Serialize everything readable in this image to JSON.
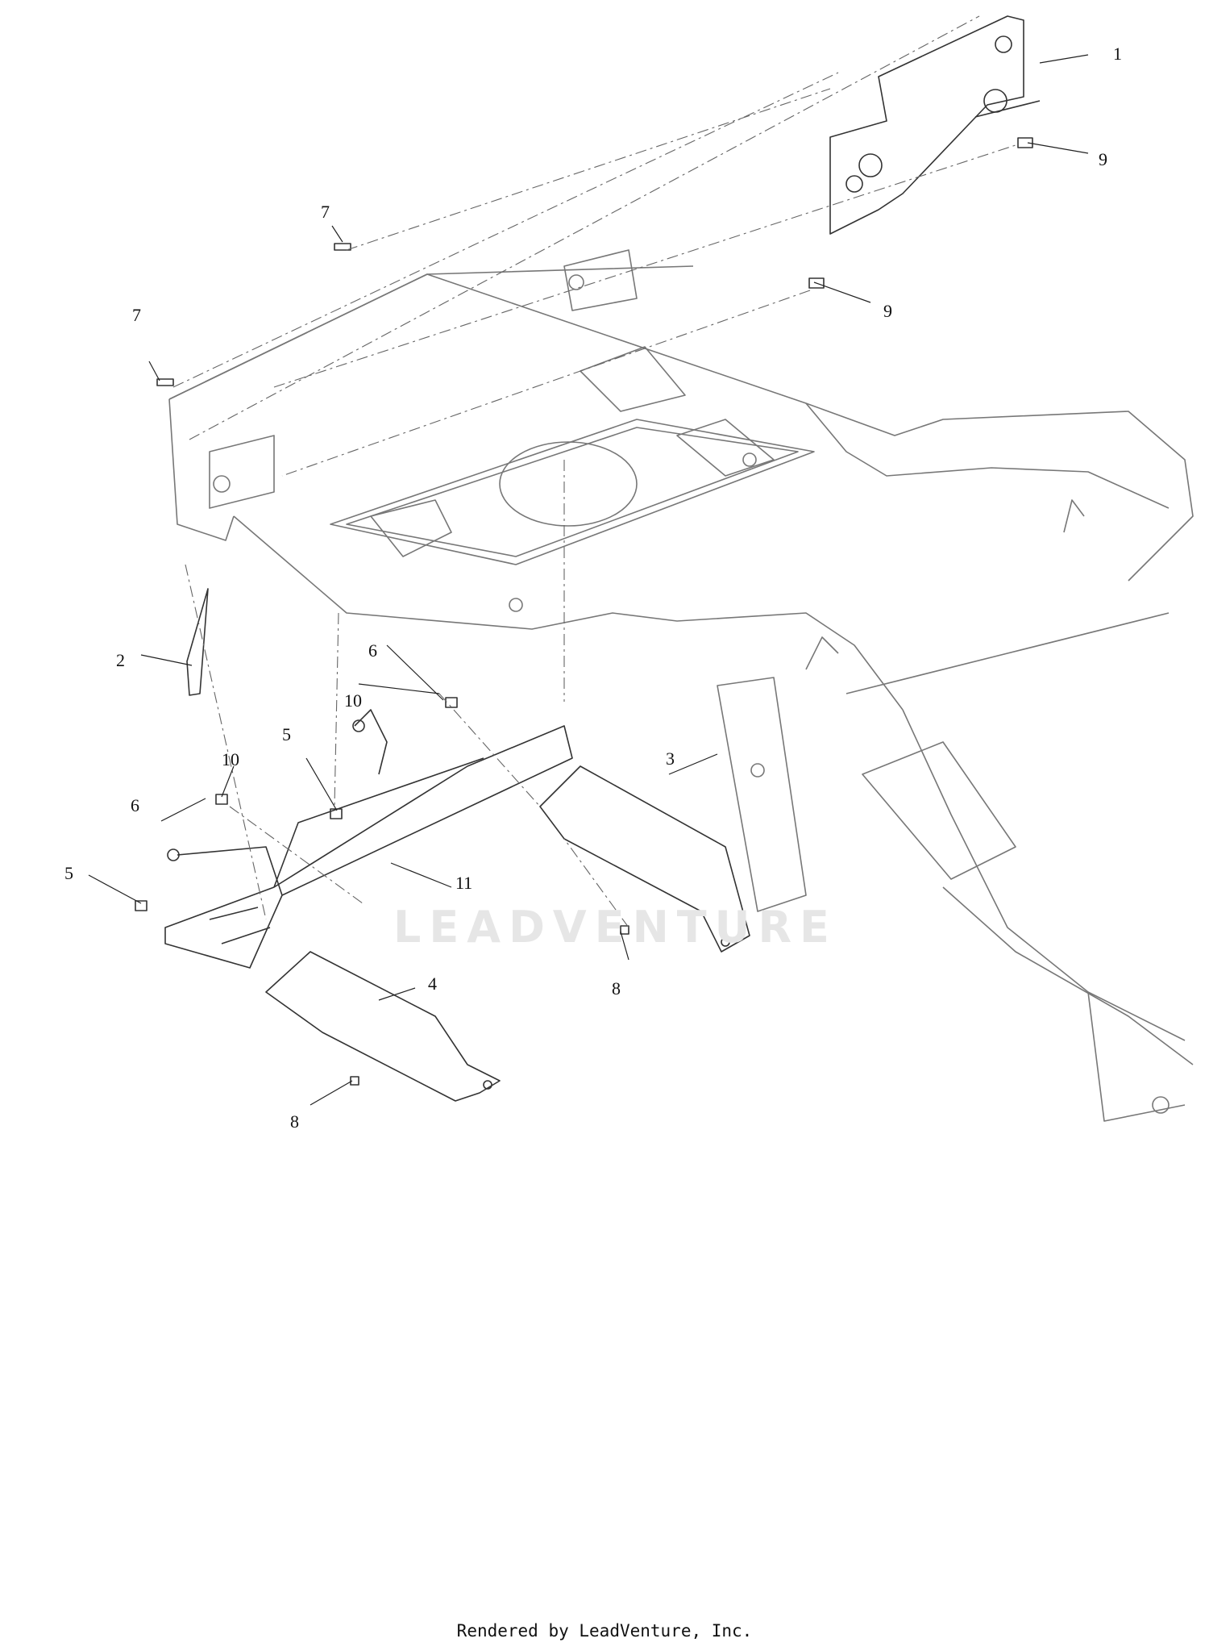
{
  "diagram": {
    "callouts": [
      {
        "id": "c1",
        "text": "1"
      },
      {
        "id": "c2",
        "text": "2"
      },
      {
        "id": "c3",
        "text": "3"
      },
      {
        "id": "c4",
        "text": "4"
      },
      {
        "id": "c5a",
        "text": "5"
      },
      {
        "id": "c5b",
        "text": "5"
      },
      {
        "id": "c6a",
        "text": "6"
      },
      {
        "id": "c6b",
        "text": "6"
      },
      {
        "id": "c7a",
        "text": "7"
      },
      {
        "id": "c7b",
        "text": "7"
      },
      {
        "id": "c8a",
        "text": "8"
      },
      {
        "id": "c8b",
        "text": "8"
      },
      {
        "id": "c9a",
        "text": "9"
      },
      {
        "id": "c9b",
        "text": "9"
      },
      {
        "id": "c10a",
        "text": "10"
      },
      {
        "id": "c10b",
        "text": "10"
      },
      {
        "id": "c11",
        "text": "11"
      }
    ],
    "watermark": "LEADVENTURE",
    "footer": "Rendered by LeadVenture, Inc."
  }
}
